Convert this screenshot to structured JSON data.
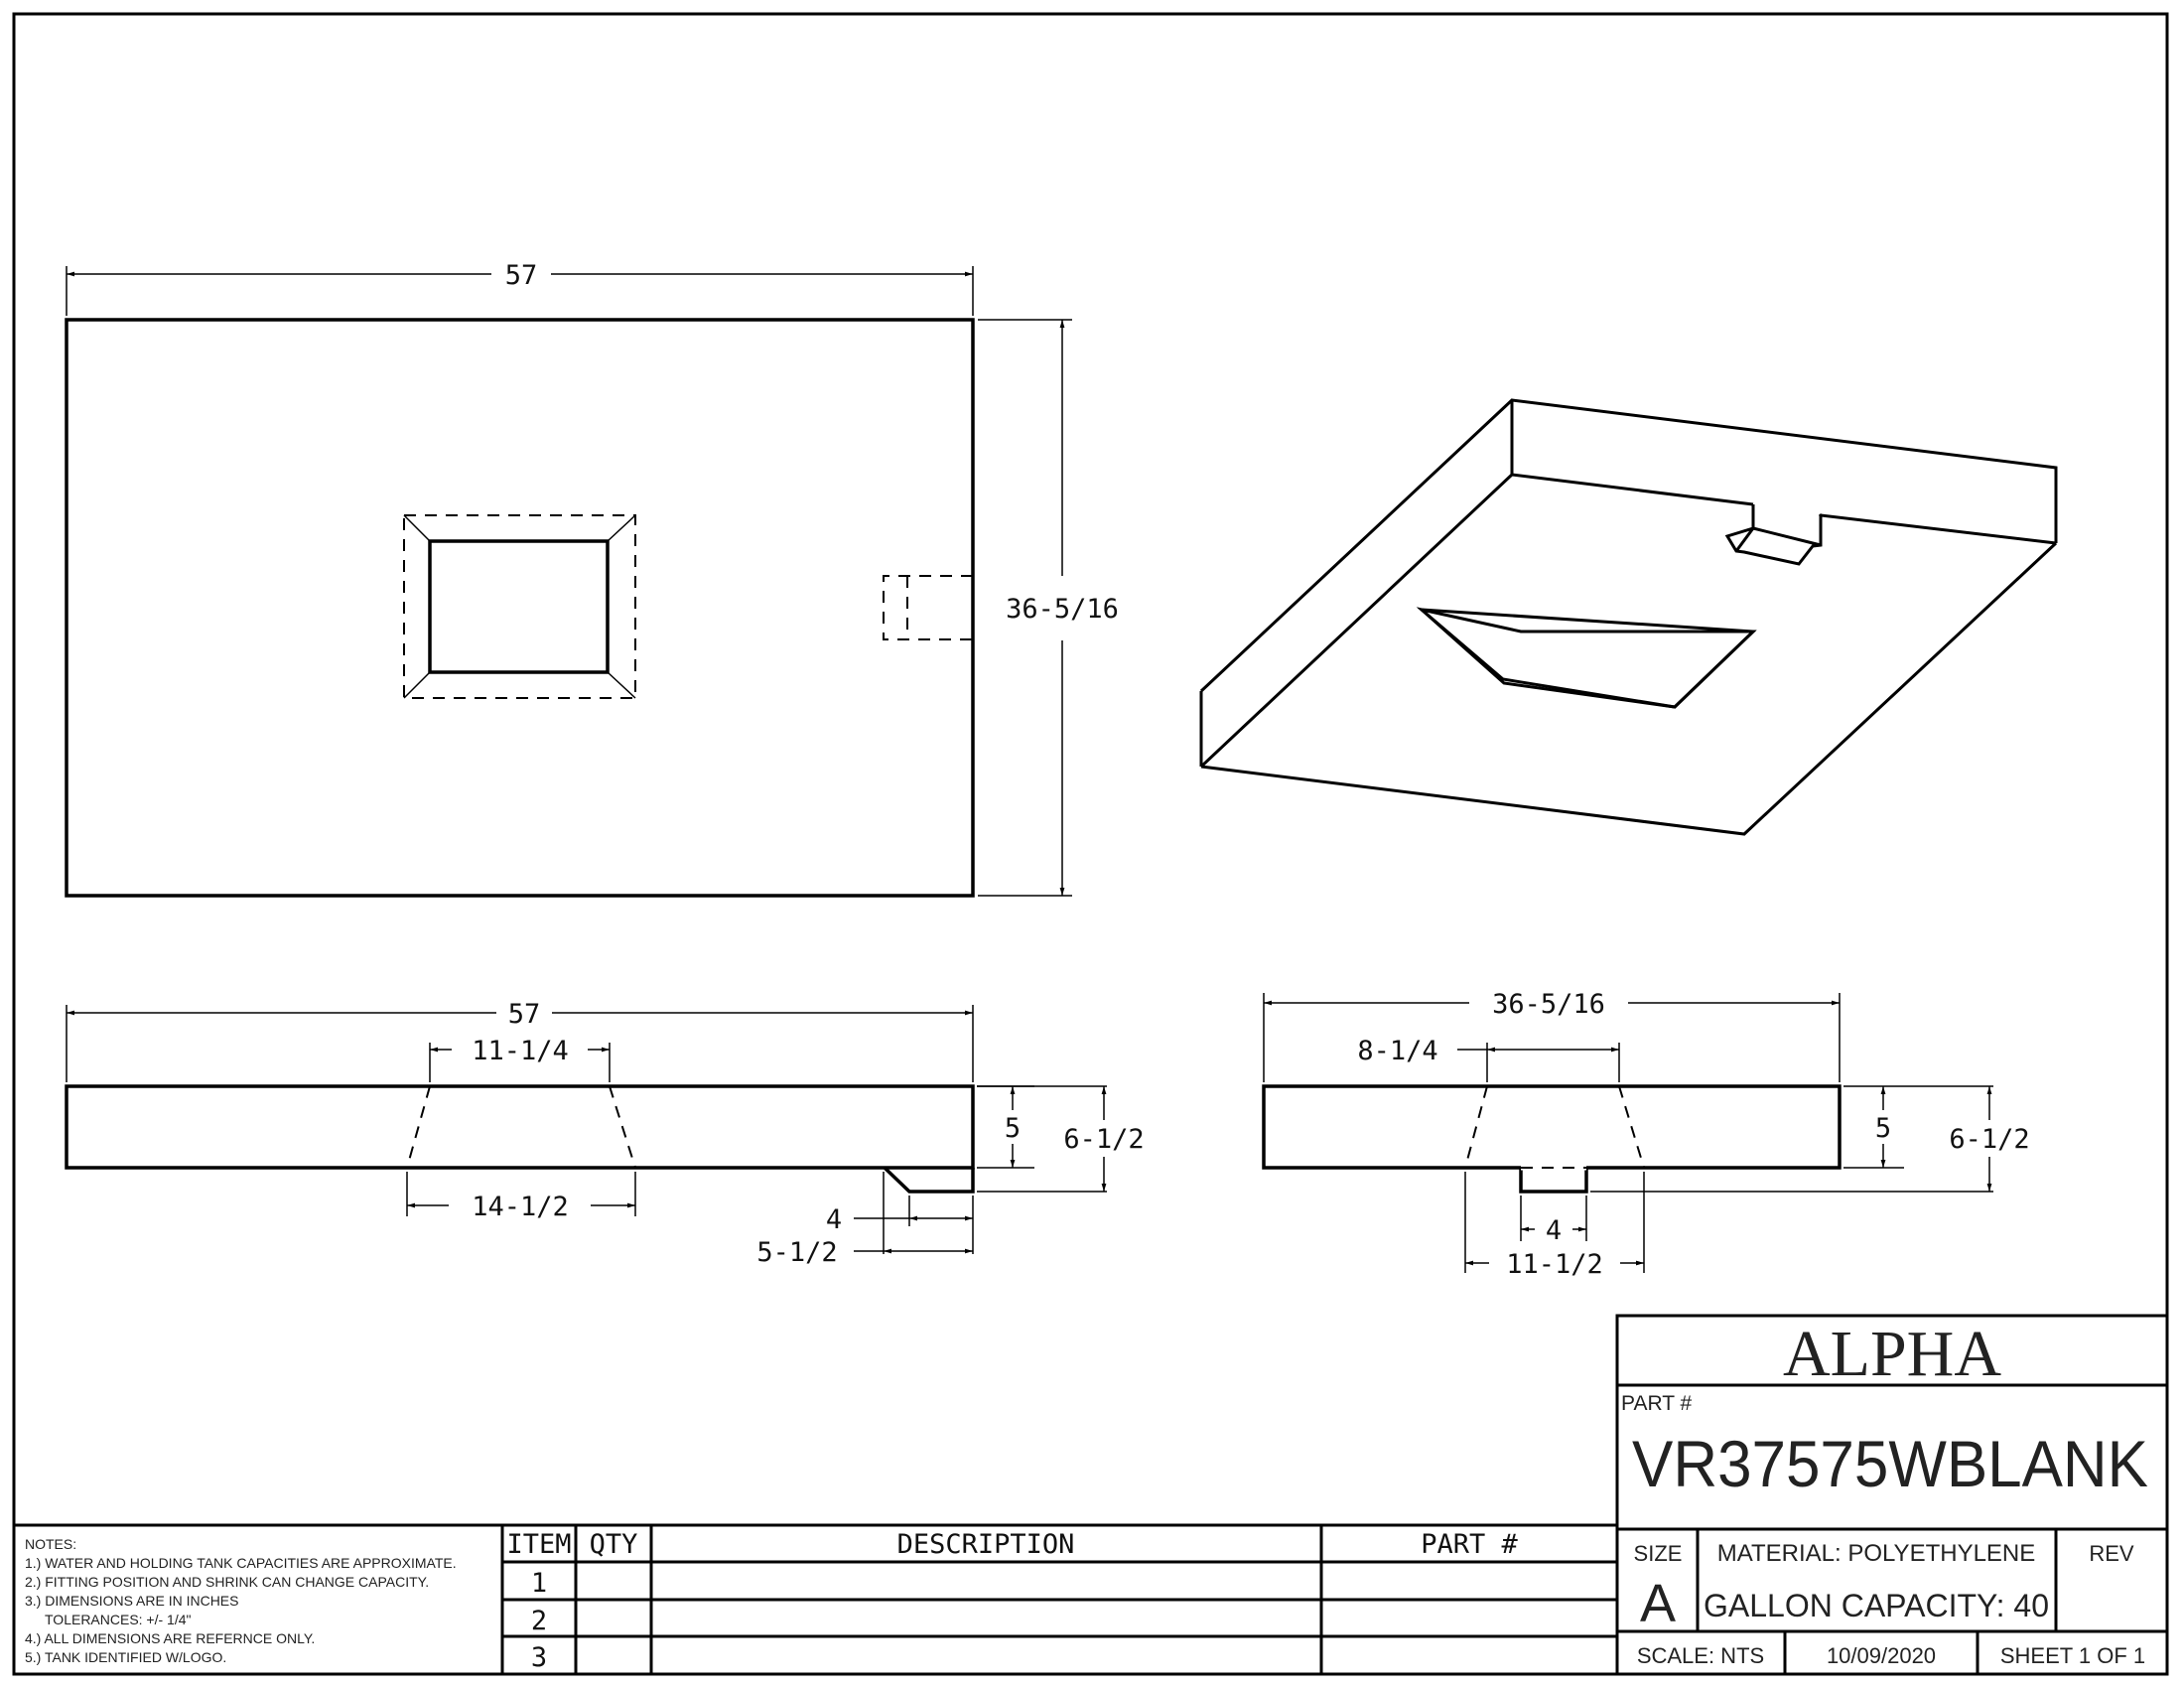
{
  "title_block": {
    "company": "ALPHA",
    "part_label": "PART #",
    "part_number": "VR37575WBLANK",
    "size_label": "SIZE",
    "size_value": "A",
    "material": "MATERIAL:  POLYETHYLENE",
    "capacity": "GALLON CAPACITY: 40",
    "rev_label": "REV",
    "rev_value": "",
    "scale": "SCALE:  NTS",
    "date": "10/09/2020",
    "sheet": "SHEET 1 OF 1"
  },
  "notes": {
    "heading": "NOTES:",
    "lines": [
      "1.) WATER AND HOLDING TANK CAPACITIES ARE APPROXIMATE.",
      "2.) FITTING POSITION AND SHRINK CAN CHANGE CAPACITY.",
      "3.) DIMENSIONS ARE IN INCHES",
      "TOLERANCES: +/- 1/4\"",
      "4.) ALL DIMENSIONS ARE REFERNCE ONLY.",
      "5.) TANK IDENTIFIED W/LOGO."
    ]
  },
  "bom": {
    "headers": [
      "ITEM",
      "QTY",
      "DESCRIPTION",
      "PART #"
    ],
    "rows": [
      {
        "item": "1",
        "qty": "",
        "description": "",
        "part": ""
      },
      {
        "item": "2",
        "qty": "",
        "description": "",
        "part": ""
      },
      {
        "item": "3",
        "qty": "",
        "description": "",
        "part": ""
      }
    ]
  },
  "views": {
    "top": {
      "width_dim": "57",
      "depth_dim": "36-5/16"
    },
    "front": {
      "width_dim": "57",
      "sump_top_dim": "11-1/4",
      "sump_bottom_dim": "14-1/2",
      "height_dim": "5",
      "overall_height_dim": "6-1/2",
      "step_dim": "4",
      "step_outer_dim": "5-1/2"
    },
    "side": {
      "width_dim": "36-5/16",
      "sump_top_dim": "8-1/4",
      "height_dim": "5",
      "overall_height_dim": "6-1/2",
      "step_dim": "4",
      "sump_bottom_dim": "11-1/2"
    }
  },
  "colors": {
    "line": "#000000",
    "background": "#ffffff"
  }
}
